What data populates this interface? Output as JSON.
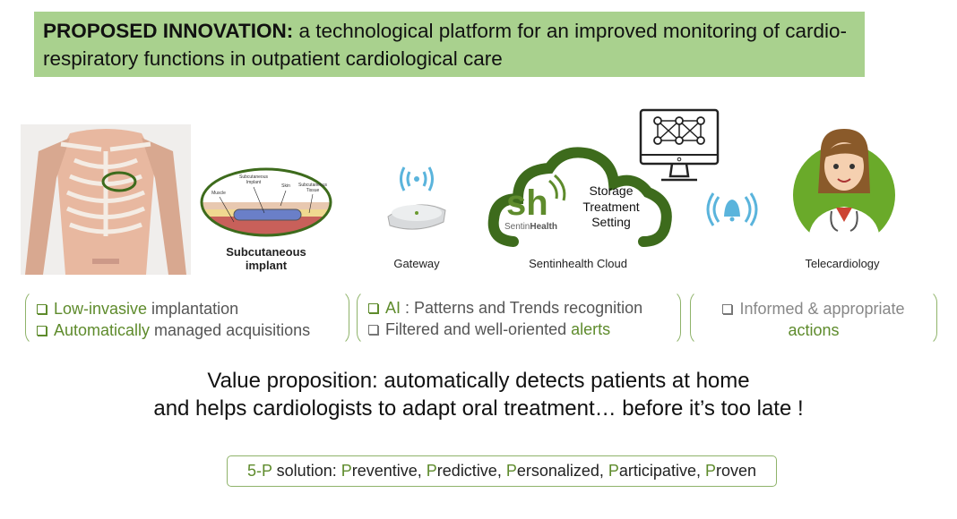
{
  "header": {
    "bold": "PROPOSED INNOVATION:",
    "rest": " a technological platform for an improved monitoring of cardio-respiratory functions in outpatient cardiological care"
  },
  "implant": {
    "caption_line1": "Subcutaneous",
    "caption_line2": "implant",
    "labels": [
      "Muscle",
      "Subcutaneous Implant",
      "Skin",
      "Subcutaneous Tissue"
    ]
  },
  "gateway": {
    "caption": "Gateway"
  },
  "cloud": {
    "caption": "Sentinhealth Cloud",
    "items": [
      "Storage",
      "Treatment",
      "Setting"
    ],
    "logo_mark": "sh",
    "logo_text_light": "Sentin",
    "logo_text_bold": "Health"
  },
  "telecardiology": {
    "caption": "Telecardiology"
  },
  "boxes": [
    {
      "lines": [
        {
          "green": "Low-invasive",
          "gray": " implantation"
        },
        {
          "green": "Automatically",
          "gray": " managed acquisitions"
        }
      ]
    },
    {
      "lines": [
        {
          "green": "AI",
          "gray": " : Patterns and Trends recognition"
        },
        {
          "gray": "Filtered and well-oriented ",
          "green": "alerts"
        }
      ]
    },
    {
      "line1": "Informed & appropriate",
      "line2": "actions"
    }
  ],
  "value": {
    "line1": "Value proposition: automatically detects patients at home",
    "line2": "and helps cardiologists to adapt oral treatment… before it’s too late !"
  },
  "fivep": {
    "prefix": "5-P",
    "label": " solution: ",
    "items": [
      [
        "P",
        "reventive, "
      ],
      [
        "P",
        "redictive, "
      ],
      [
        "P",
        "ersonalized, "
      ],
      [
        "P",
        "articipative, "
      ],
      [
        "P",
        "roven"
      ]
    ]
  },
  "colors": {
    "green": "#5e8b2c",
    "header_bg": "#a9d18e",
    "wifi_blue": "#5ab4dc"
  }
}
